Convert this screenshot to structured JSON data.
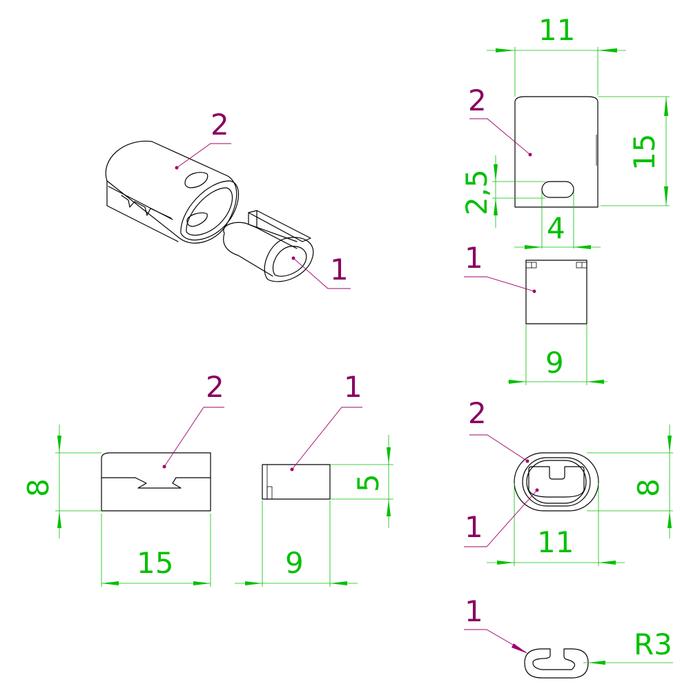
{
  "colors": {
    "dimension": "#00c000",
    "leader": "#a0006a",
    "outline": "#000000"
  },
  "iso": {
    "label_body": "2",
    "label_insert": "1"
  },
  "front_top": {
    "label_body": "2",
    "dim_width": "11",
    "dim_height": "15",
    "dim_slot_height": "2,5",
    "dim_slot_width": "4"
  },
  "front_insert": {
    "label": "1",
    "dim_width": "9"
  },
  "side_body": {
    "label": "2",
    "dim_height": "8",
    "dim_length": "15"
  },
  "side_insert": {
    "label": "1",
    "dim_height": "5",
    "dim_length": "9"
  },
  "end_view": {
    "label_body": "2",
    "label_insert": "1",
    "dim_height": "8",
    "dim_width": "11"
  },
  "insert_end": {
    "label": "1",
    "dim_radius": "R3"
  }
}
